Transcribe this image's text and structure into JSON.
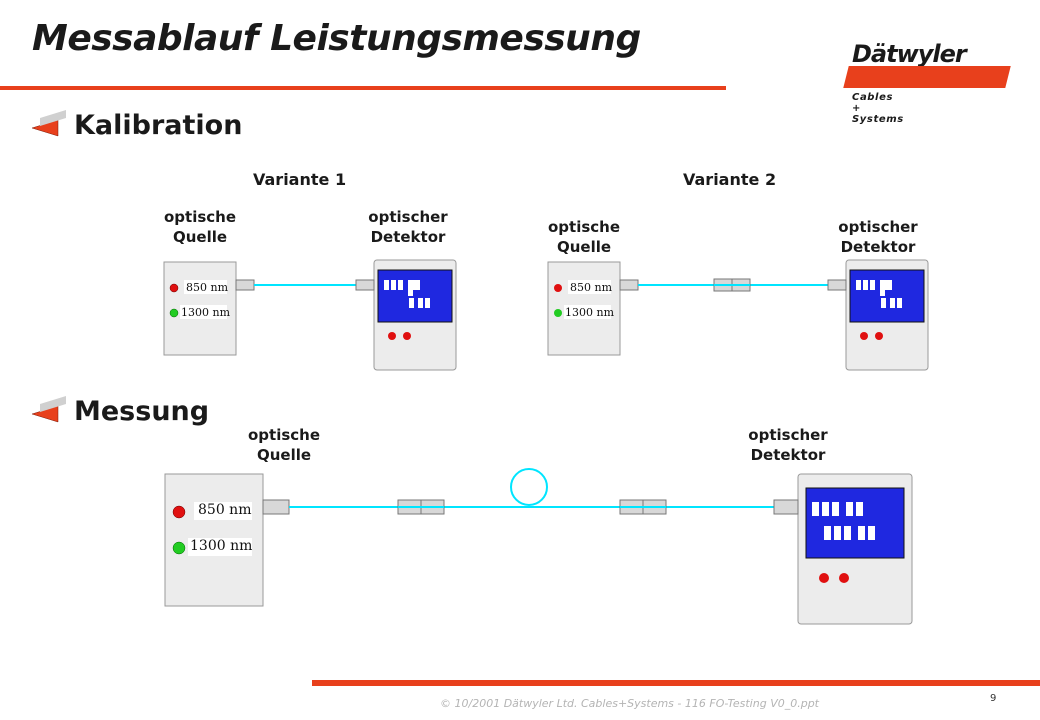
{
  "slide": {
    "title": "Messablauf Leistungsmessung",
    "page_number": "9",
    "footer": "© 10/2001 Dätwyler Ltd. Cables+Systems - 116 FO-Testing V0_0.ppt"
  },
  "logo": {
    "name": "Dätwyler",
    "tagline": "Cables + Systems"
  },
  "sections": {
    "calibration": "Kalibration",
    "measurement": "Messung"
  },
  "variants": {
    "v1": "Variante 1",
    "v2": "Variante 2"
  },
  "labels": {
    "source_line1": "optische",
    "source_line2": "Quelle",
    "detector_line1": "optischer",
    "detector_line2": "Detektor"
  },
  "wavelengths": {
    "w1": "850 nm",
    "w2": "1300 nm"
  },
  "colors": {
    "accent": "#e8401c",
    "fiber": "#00e5ff",
    "detector_screen": "#1f28e0",
    "device_panel": "#ececec",
    "led_red": "#e01010",
    "led_green": "#22cc22"
  }
}
